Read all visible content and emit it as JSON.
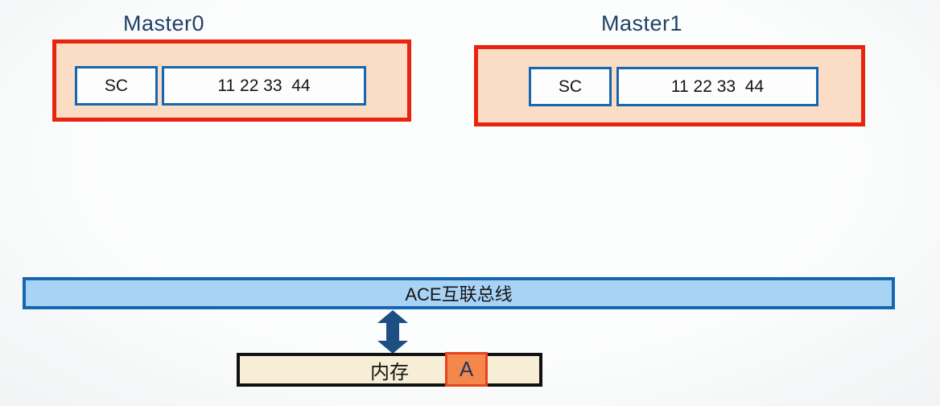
{
  "masters": [
    {
      "title": "Master0",
      "state": "SC",
      "data": "11 22 33  44"
    },
    {
      "title": "Master1",
      "state": "SC",
      "data": "11 22 33  44"
    }
  ],
  "bus": {
    "label": "ACE互联总线"
  },
  "memory": {
    "label": "内存",
    "block": "A"
  },
  "colors": {
    "master_border": "#e8230f",
    "master_fill": "#fbdcc5",
    "cell_border": "#1567b2",
    "cell_fill": "#fdfdfd",
    "title_text": "#1f4066",
    "bus_fill": "#a9d3f5",
    "bus_border": "#1567b2",
    "arrow": "#1d4f82",
    "memory_fill": "#f6eed5",
    "memory_border": "#111111",
    "block_fill": "#f4874b",
    "block_border": "#e8431f",
    "block_text": "#203864"
  }
}
